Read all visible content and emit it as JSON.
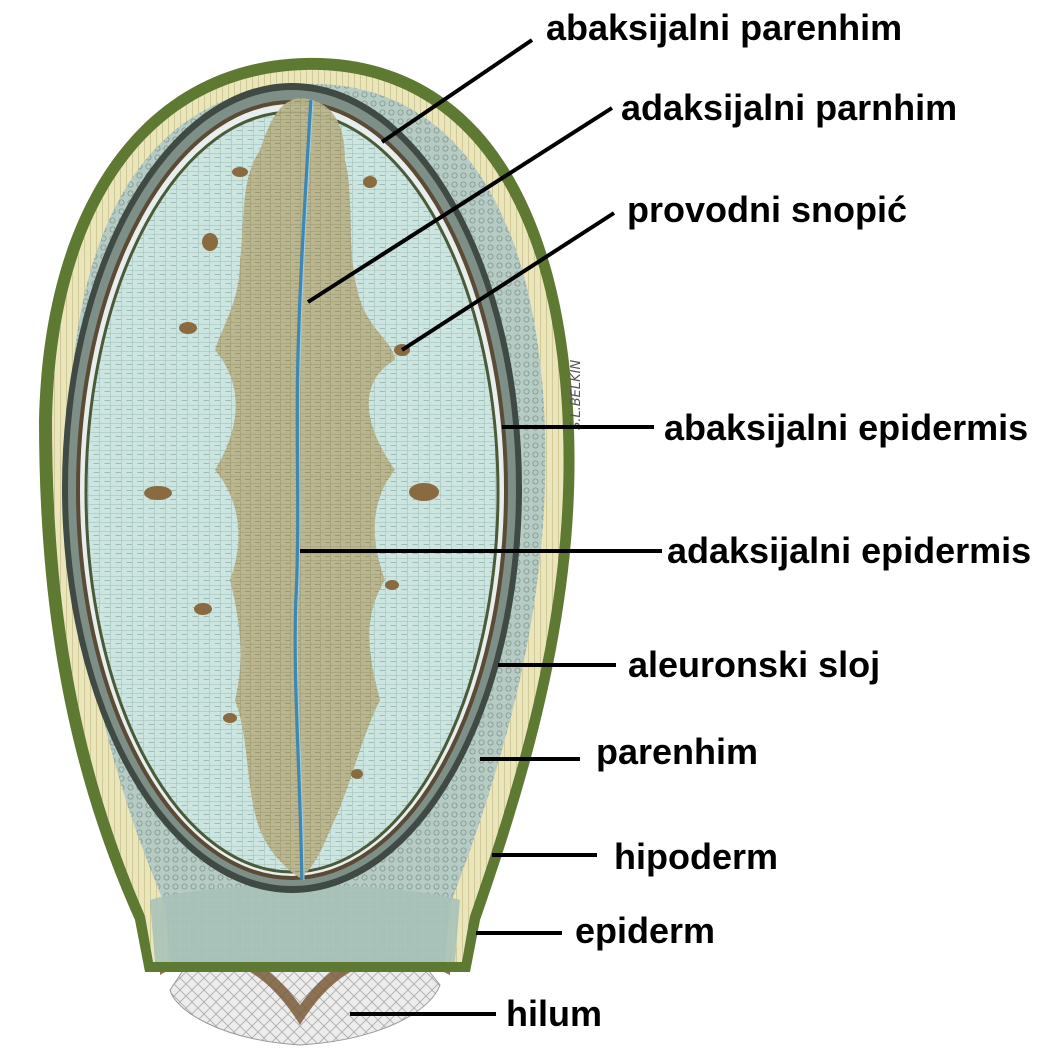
{
  "diagram": {
    "signature": "S.L.BELKIN",
    "labels": [
      {
        "id": "abaksijalni-parenhim",
        "text": "abaksijalni parenhim"
      },
      {
        "id": "adaksijalni-parnhim",
        "text": "adaksijalni parnhim"
      },
      {
        "id": "provodni-snopic",
        "text": "provodni snopić"
      },
      {
        "id": "abaksijalni-epidermis",
        "text": "abaksijalni epidermis"
      },
      {
        "id": "adaksijalni-epidermis",
        "text": "adaksijalni epidermis"
      },
      {
        "id": "aleuronski-sloj",
        "text": "aleuronski sloj"
      },
      {
        "id": "parenhim",
        "text": "parenhim"
      },
      {
        "id": "hipoderm",
        "text": "hipoderm"
      },
      {
        "id": "epiderm",
        "text": "epiderm"
      },
      {
        "id": "hilum",
        "text": "hilum"
      }
    ],
    "colors": {
      "epiderm": "#5e7a32",
      "hipoderm": "#e6e0b2",
      "pericarp-parenchyma": "#b9cfc6",
      "seed-coat": "#4c3a2e",
      "aleurone": "#7a8c78",
      "abaxial-parenchyma": "#cde5e0",
      "adaxial-parenchyma": "#b5b28a",
      "vascular-strand": "#3f86b0",
      "vascular-bundles": "#8a6a40",
      "hilum": "#e2e2e2"
    }
  }
}
